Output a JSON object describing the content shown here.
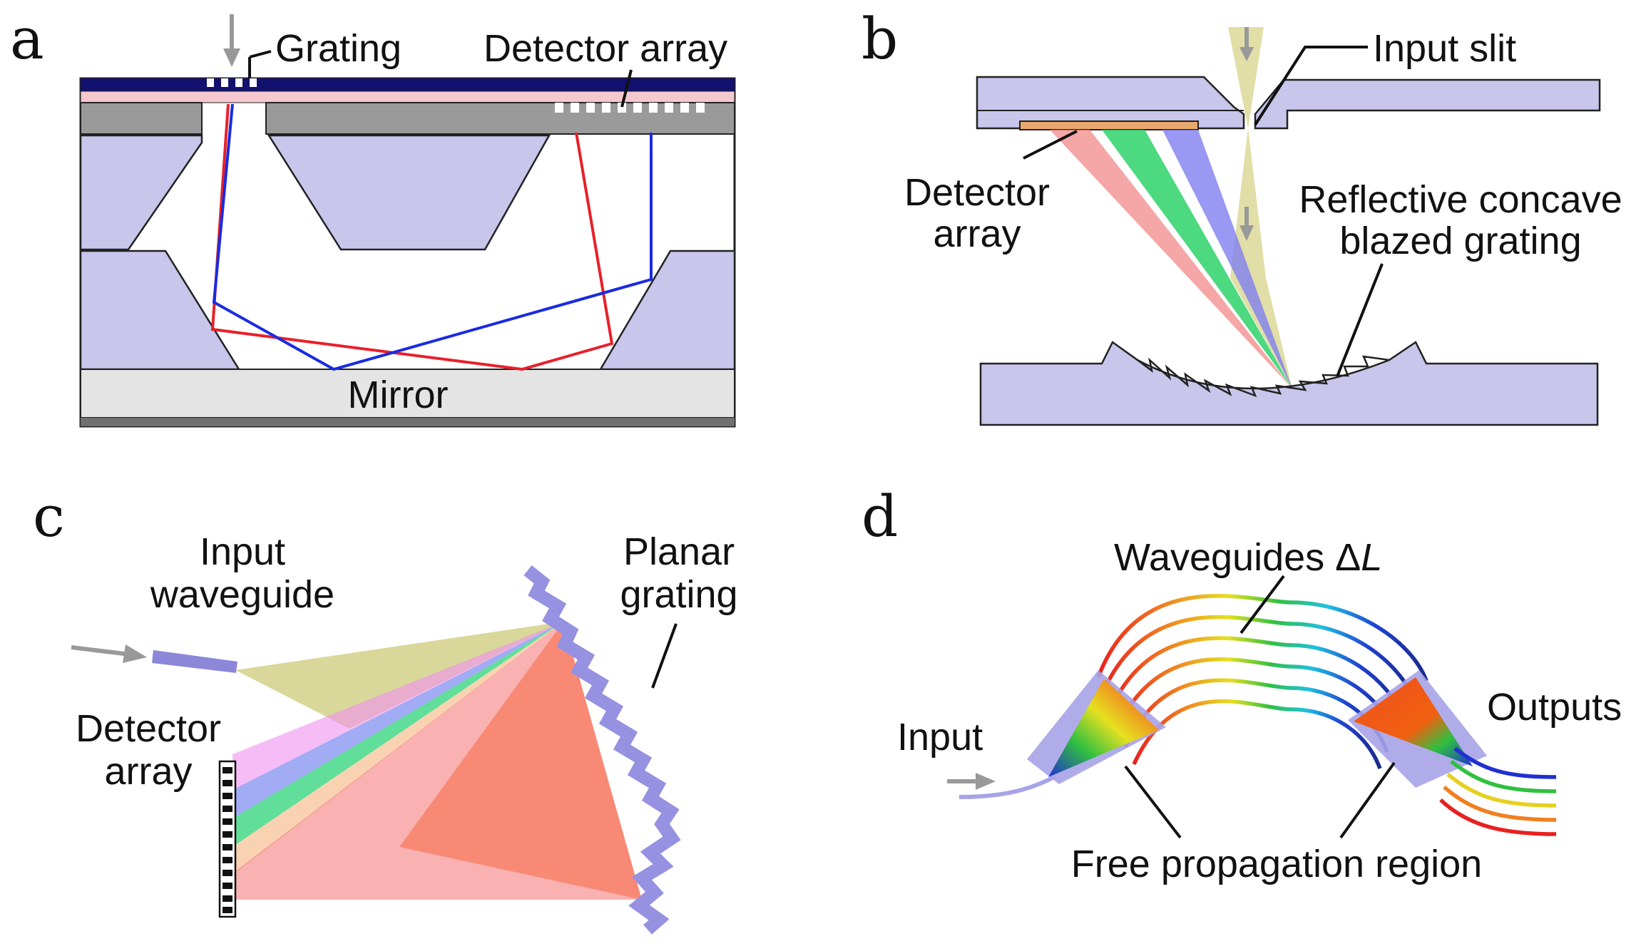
{
  "panels": {
    "a": {
      "letter": "a",
      "labels": {
        "grating": "Grating",
        "detector_array": "Detector array",
        "mirror": "Mirror"
      }
    },
    "b": {
      "letter": "b",
      "labels": {
        "input_slit": "Input slit",
        "detector_line1": "Detector",
        "detector_line2": "array",
        "grating_line1": "Reflective concave",
        "grating_line2": "blazed grating"
      }
    },
    "c": {
      "letter": "c",
      "labels": {
        "input_line1": "Input",
        "input_line2": "waveguide",
        "detector_line1": "Detector",
        "detector_line2": "array",
        "grating_line1": "Planar",
        "grating_line2": "grating"
      }
    },
    "d": {
      "letter": "d",
      "labels": {
        "waveguides_prefix": "Waveguides Δ",
        "waveguides_var": "L",
        "input": "Input",
        "outputs": "Outputs",
        "fpr": "Free propagation region"
      }
    }
  },
  "colors": {
    "substrate": "#c9c6ec",
    "red_ray": "#e8202a",
    "blue_ray": "#1a2be0",
    "top_layer": "#121170",
    "pink_layer": "#f5c9cf",
    "gray_layer": "#9a9a9a",
    "mirror": "#e4e4e4",
    "detector_strip": "#e9a86e",
    "input_beam": "#d8d38a",
    "arrow": "#999999"
  }
}
